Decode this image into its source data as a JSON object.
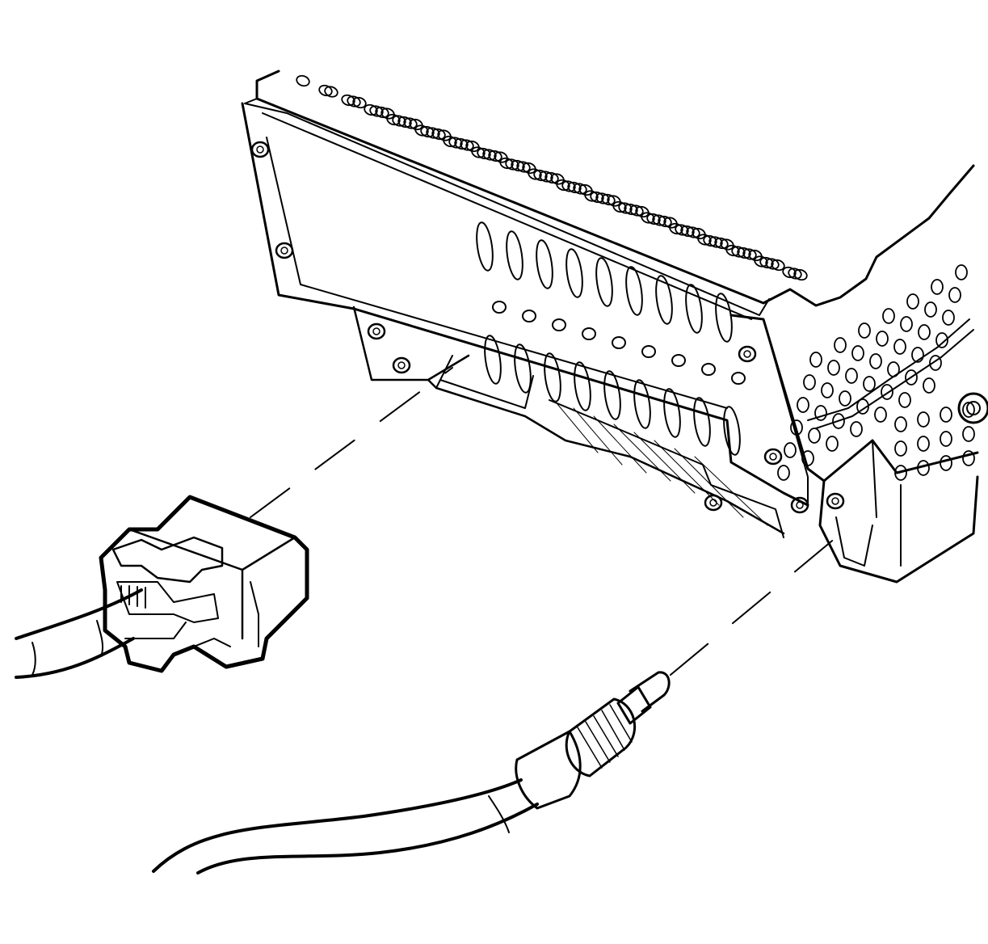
{
  "diagram": {
    "background_color": "#ffffff",
    "line_color": "#000000",
    "components": [
      {
        "id": "radio-chassis",
        "label": ""
      },
      {
        "id": "wiring-harness-connector",
        "label": ""
      },
      {
        "id": "antenna-plug",
        "label": ""
      }
    ]
  }
}
